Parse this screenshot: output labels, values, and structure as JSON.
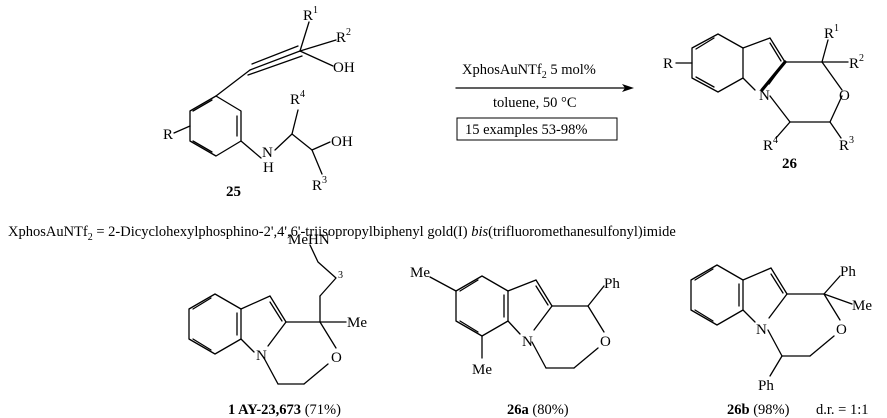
{
  "reactant": {
    "label": "25",
    "substituents": {
      "r": "R",
      "r1": "R",
      "r1_sup": "1",
      "r2": "R",
      "r2_sup": "2",
      "r3": "R",
      "r3_sup": "3",
      "r4": "R",
      "r4_sup": "4",
      "oh_top": "OH",
      "oh_right": "OH",
      "nh": "N",
      "nh_h": "H"
    }
  },
  "conditions": {
    "catalyst_main": "XphosAuNTf",
    "catalyst_sub": "2",
    "catalyst_load": " 5 mol%",
    "solvent_temp": "toluene, 50 °C",
    "scope_box": "15 examples 53-98%"
  },
  "product": {
    "label": "26",
    "substituents": {
      "r": "R",
      "r1": "R",
      "r1_sup": "1",
      "r2": "R",
      "r2_sup": "2",
      "r3": "R",
      "r3_sup": "3",
      "r4": "R",
      "r4_sup": "4",
      "n": "N",
      "o": "O"
    }
  },
  "definition": {
    "lhs": "XphosAuNTf",
    "lhs_sub": "2",
    "rhs_part1": " = 2-Dicyclohexylphosphino-2',4',6'-triisopropylbiphenyl gold(I) ",
    "rhs_italic": "bis",
    "rhs_part2": "(trifluoromethanesulfonyl)imide"
  },
  "examples": [
    {
      "label_bold": "1 AY-23,673",
      "label_rest": " (71%)",
      "groups": {
        "meh": "MeHN",
        "sub3": "3",
        "me": "Me",
        "n": "N",
        "o": "O"
      }
    },
    {
      "label_bold": "26a",
      "label_rest": " (80%)",
      "groups": {
        "me_top": "Me",
        "me_bottom": "Me",
        "ph": "Ph",
        "n": "N",
        "o": "O"
      }
    },
    {
      "label_bold": "26b",
      "label_rest": " (98%)",
      "dr": "d.r. = 1:1",
      "groups": {
        "ph_top": "Ph",
        "me": "Me",
        "ph_bottom": "Ph",
        "n": "N",
        "o": "O"
      }
    }
  ]
}
